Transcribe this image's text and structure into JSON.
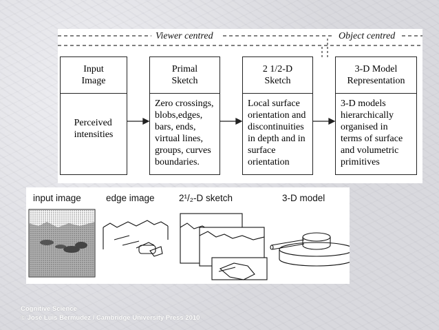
{
  "top_diagram": {
    "viewer_label": "Viewer centred",
    "object_label": "Object centred",
    "stages": [
      {
        "title": "Input\nImage",
        "body": "Perceived\nintensities"
      },
      {
        "title": "Primal\nSketch",
        "body": "Zero crossings,\nblobs,edges,\nbars, ends,\nvirtual lines,\ngroups, curves\nboundaries."
      },
      {
        "title": "2 1/2-D\nSketch",
        "body": "Local surface\norientation and\ndiscontinuities\nin depth and in\nsurface\norientation"
      },
      {
        "title": "3-D Model\nRepresentation",
        "body": "3-D models\nhierarchically\norganised in\nterms of surface\nand volumetric\nprimitives"
      }
    ]
  },
  "bottom_diagram": {
    "labels": {
      "input": "input image",
      "edge": "edge image",
      "sketch": "2¹/₂-D sketch",
      "model": "3-D model"
    }
  },
  "footer": {
    "line1": "Cognitive Science",
    "line2": "© José Luis Bermúdez / Cambridge University Press 2010"
  }
}
